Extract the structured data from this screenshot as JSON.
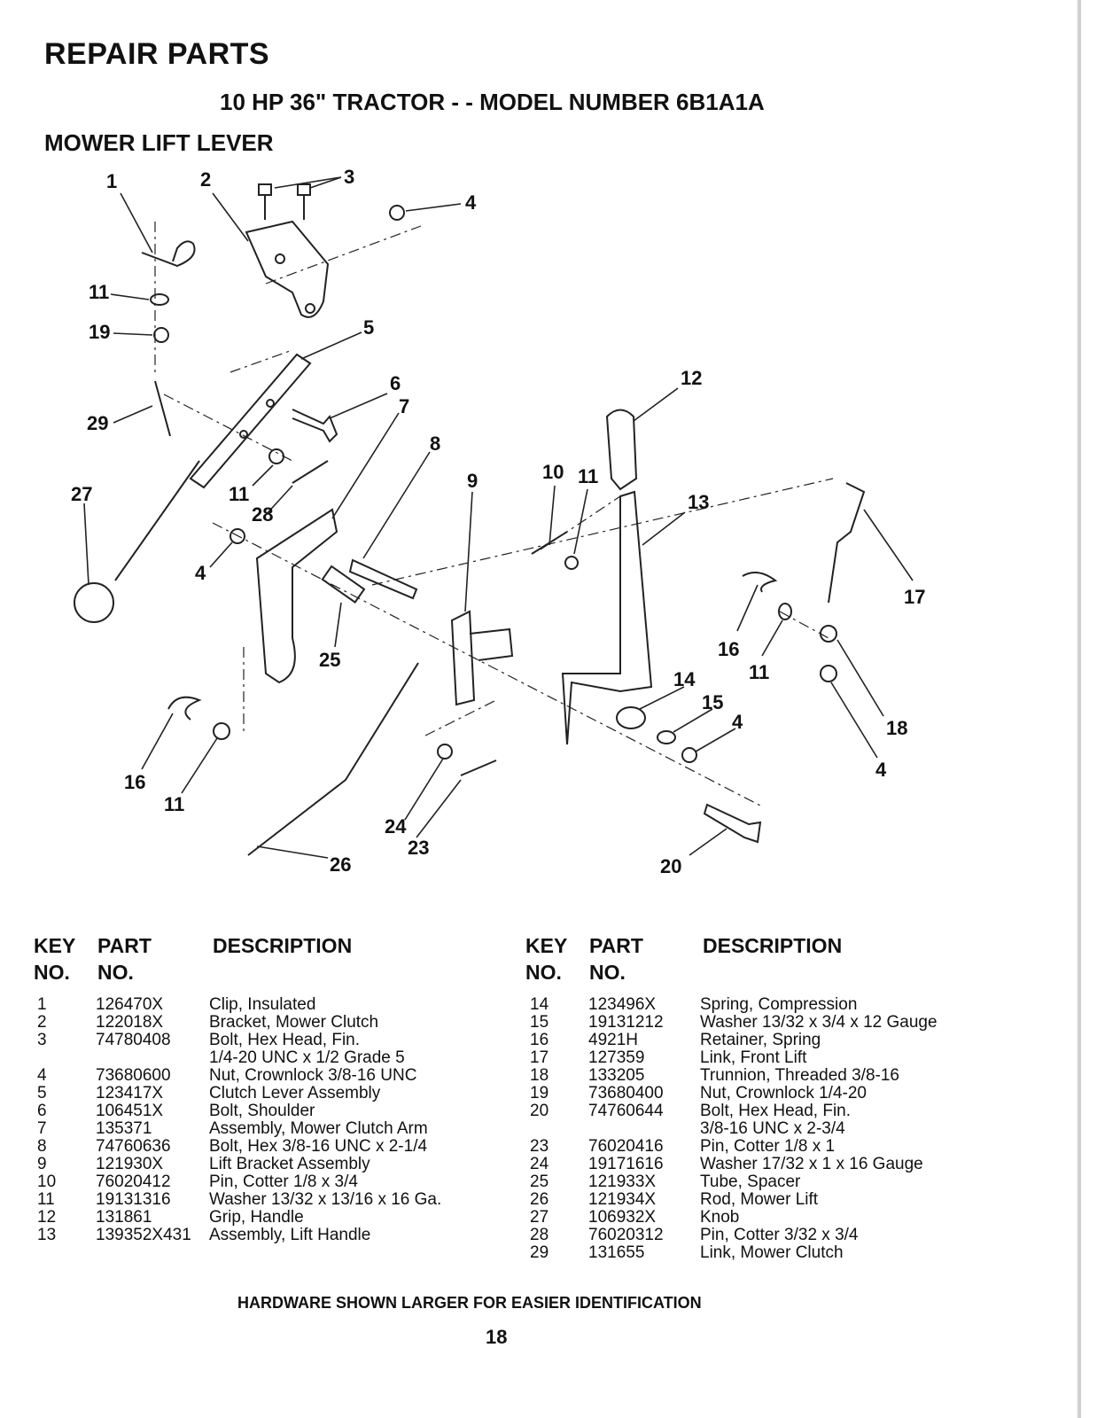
{
  "header": {
    "title": "REPAIR PARTS",
    "subtitle": "10 HP 36\" TRACTOR - - MODEL NUMBER 6B1A1A",
    "section": "MOWER LIFT LEVER"
  },
  "diagram": {
    "callouts": [
      "1",
      "2",
      "3",
      "4",
      "11",
      "19",
      "5",
      "29",
      "6",
      "7",
      "27",
      "11",
      "28",
      "8",
      "4",
      "9",
      "10",
      "11",
      "12",
      "13",
      "17",
      "25",
      "16",
      "11",
      "14",
      "15",
      "4",
      "18",
      "16",
      "11",
      "4",
      "24",
      "23",
      "26",
      "20"
    ]
  },
  "table_headers": {
    "key_no_1": "KEY",
    "key_no_2": "NO.",
    "part_no_1": "PART",
    "part_no_2": "NO.",
    "description": "DESCRIPTION"
  },
  "parts_left": [
    {
      "key": "1",
      "part": "126470X",
      "desc": "Clip, Insulated"
    },
    {
      "key": "2",
      "part": "122018X",
      "desc": "Bracket, Mower Clutch"
    },
    {
      "key": "3",
      "part": "74780408",
      "desc": "Bolt, Hex Head, Fin."
    },
    {
      "key": "",
      "part": "",
      "desc": "1/4-20 UNC x 1/2 Grade 5"
    },
    {
      "key": "4",
      "part": "73680600",
      "desc": "Nut, Crownlock 3/8-16 UNC"
    },
    {
      "key": "5",
      "part": "123417X",
      "desc": "Clutch Lever Assembly"
    },
    {
      "key": "6",
      "part": "106451X",
      "desc": "Bolt, Shoulder"
    },
    {
      "key": "7",
      "part": "135371",
      "desc": "Assembly, Mower Clutch Arm"
    },
    {
      "key": "8",
      "part": "74760636",
      "desc": "Bolt, Hex 3/8-16 UNC x 2-1/4"
    },
    {
      "key": "9",
      "part": "121930X",
      "desc": "Lift Bracket Assembly"
    },
    {
      "key": "10",
      "part": "76020412",
      "desc": "Pin, Cotter 1/8 x 3/4"
    },
    {
      "key": "11",
      "part": "19131316",
      "desc": "Washer 13/32 x 13/16 x 16 Ga."
    },
    {
      "key": "12",
      "part": "131861",
      "desc": "Grip, Handle"
    },
    {
      "key": "13",
      "part": "139352X431",
      "desc": "Assembly, Lift Handle"
    }
  ],
  "parts_right": [
    {
      "key": "14",
      "part": "123496X",
      "desc": "Spring, Compression"
    },
    {
      "key": "15",
      "part": "19131212",
      "desc": "Washer 13/32 x 3/4 x 12 Gauge"
    },
    {
      "key": "16",
      "part": "4921H",
      "desc": "Retainer, Spring"
    },
    {
      "key": "17",
      "part": "127359",
      "desc": "Link, Front Lift"
    },
    {
      "key": "18",
      "part": "133205",
      "desc": "Trunnion, Threaded 3/8-16"
    },
    {
      "key": "19",
      "part": "73680400",
      "desc": "Nut, Crownlock 1/4-20"
    },
    {
      "key": "20",
      "part": "74760644",
      "desc": "Bolt, Hex Head, Fin."
    },
    {
      "key": "",
      "part": "",
      "desc": "3/8-16 UNC x 2-3/4"
    },
    {
      "key": "23",
      "part": "76020416",
      "desc": "Pin, Cotter 1/8 x 1"
    },
    {
      "key": "24",
      "part": "19171616",
      "desc": "Washer 17/32 x 1 x 16 Gauge"
    },
    {
      "key": "25",
      "part": "121933X",
      "desc": "Tube, Spacer"
    },
    {
      "key": "26",
      "part": "121934X",
      "desc": "Rod, Mower Lift"
    },
    {
      "key": "27",
      "part": "106932X",
      "desc": "Knob"
    },
    {
      "key": "28",
      "part": "76020312",
      "desc": "Pin, Cotter 3/32 x 3/4"
    },
    {
      "key": "29",
      "part": "131655",
      "desc": "Link, Mower Clutch"
    }
  ],
  "footer": {
    "note": "HARDWARE SHOWN LARGER FOR EASIER IDENTIFICATION",
    "page": "18"
  }
}
